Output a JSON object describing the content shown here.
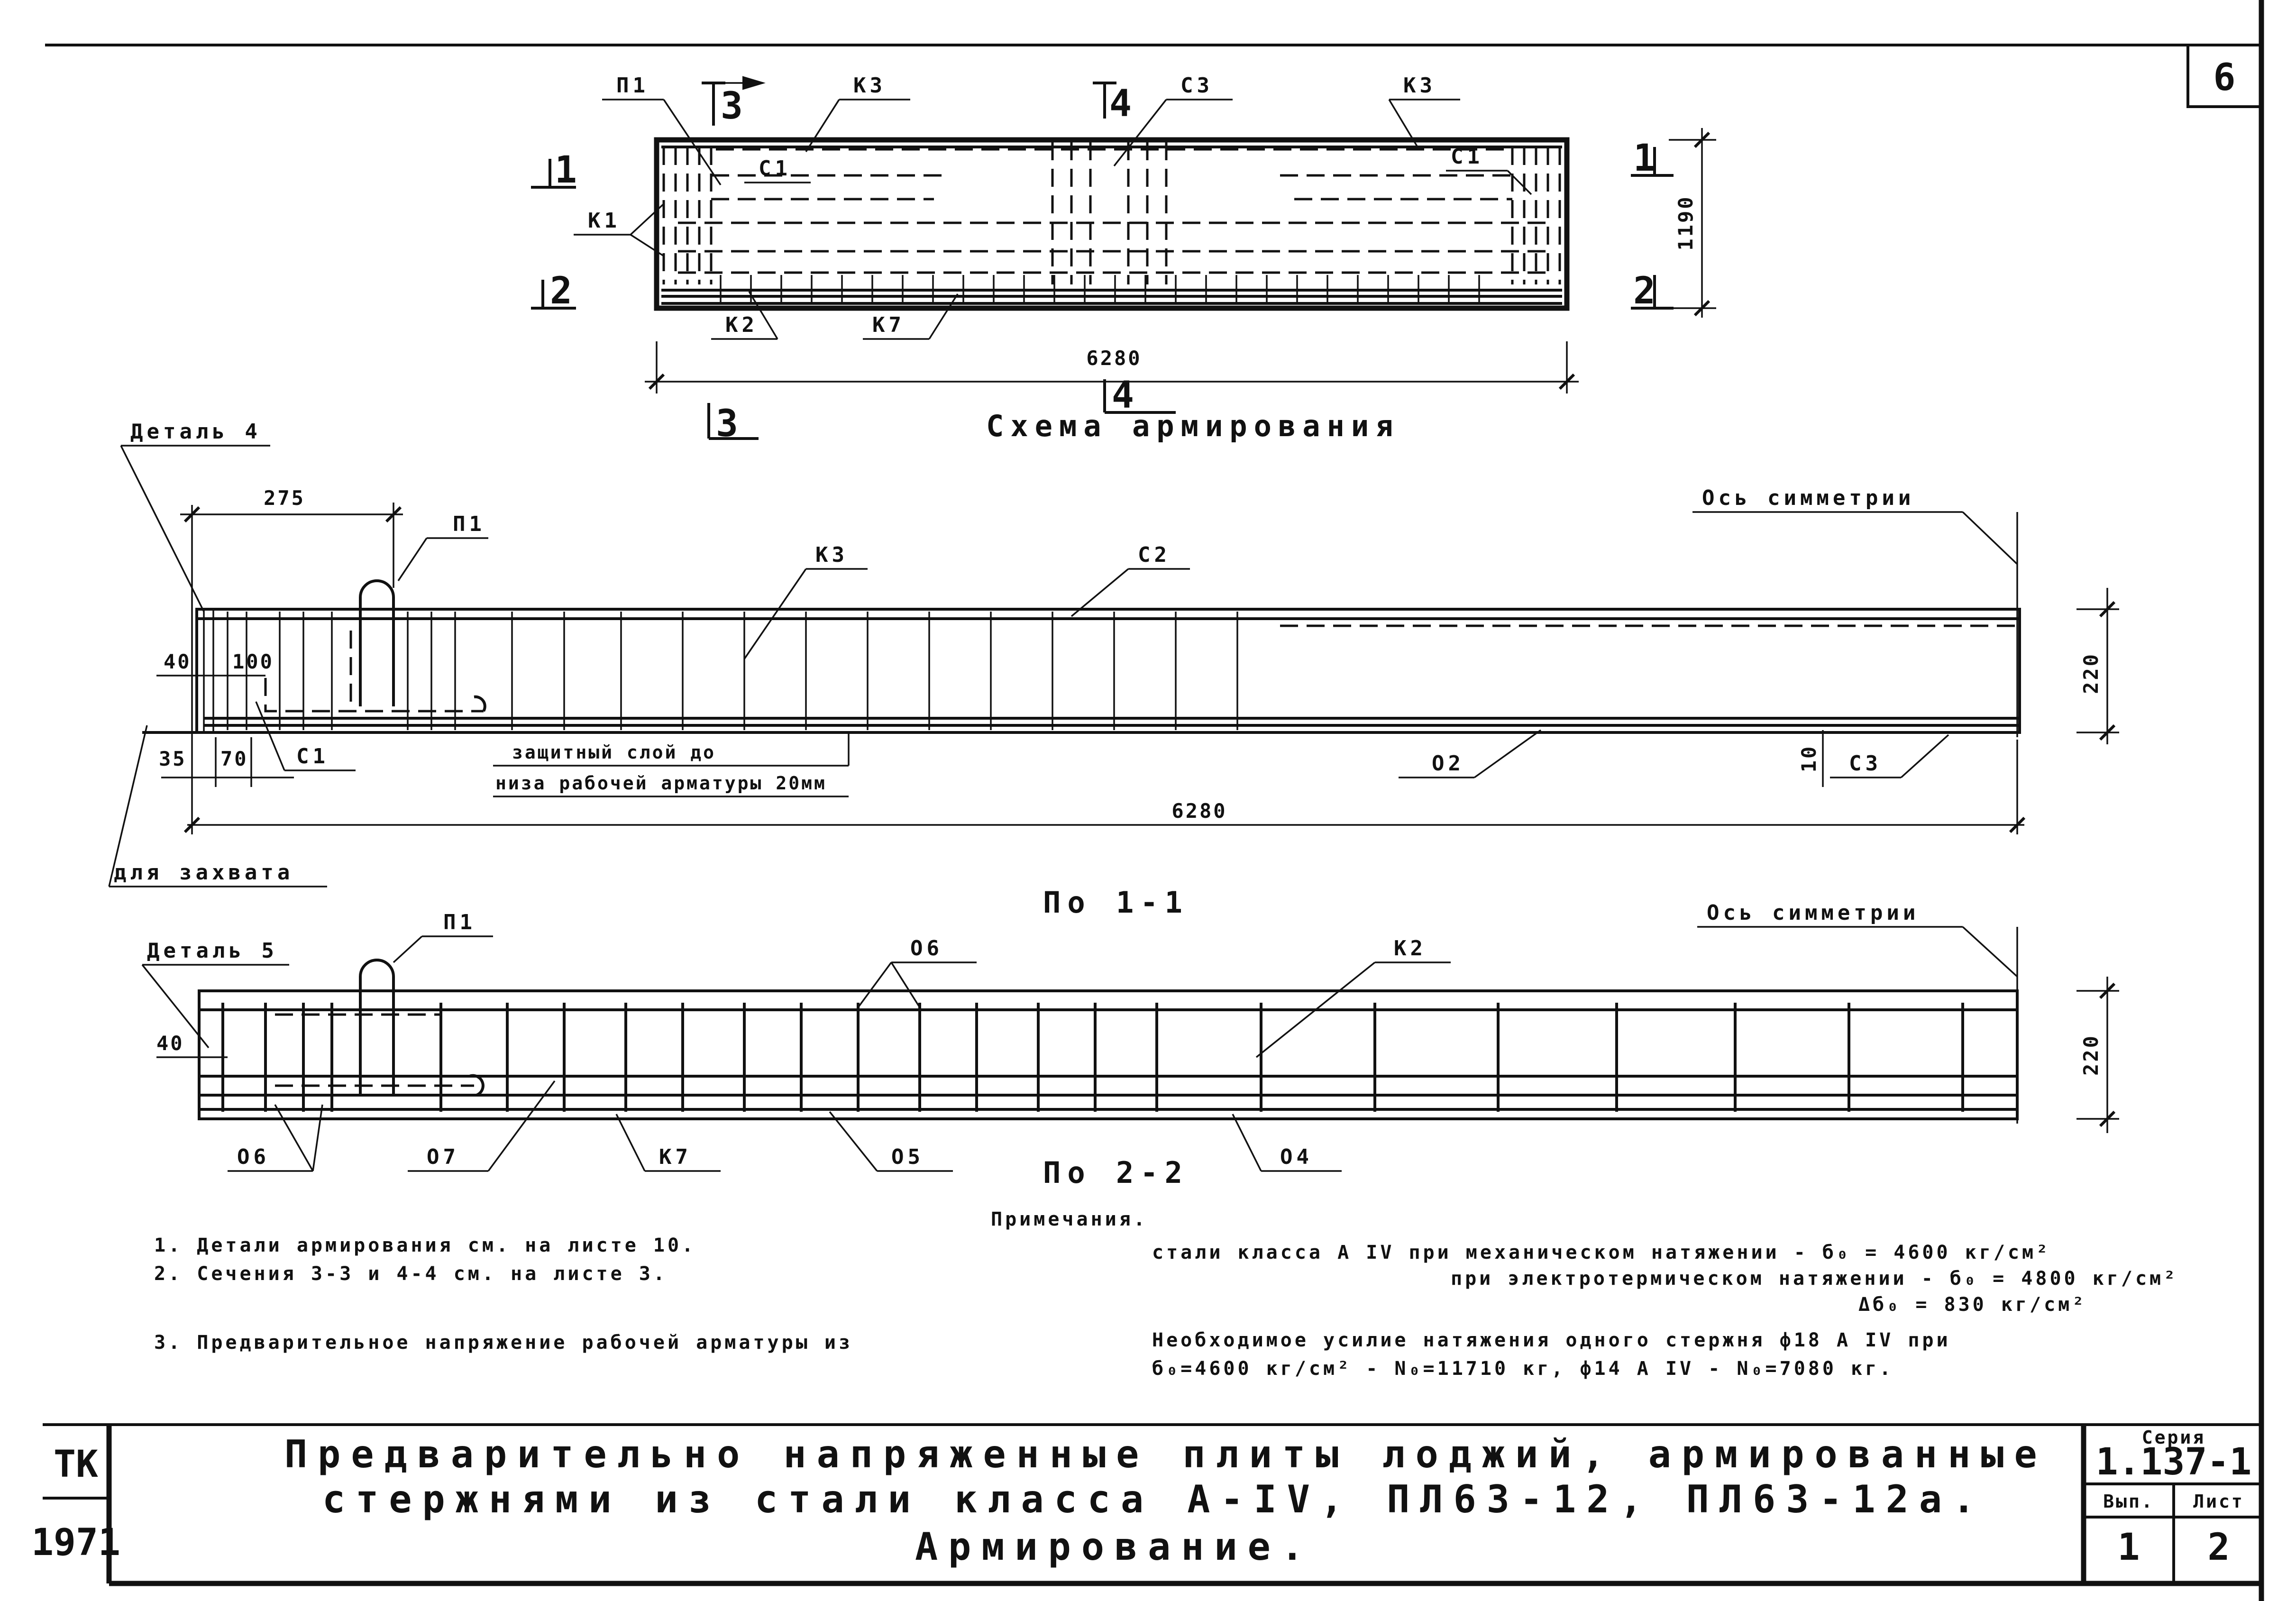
{
  "sheet": {
    "number": "6"
  },
  "scheme": {
    "title": "Схема армирования",
    "labels": {
      "p1": "П1",
      "k3a": "К3",
      "k3b": "К3",
      "c3": "С3",
      "c1a": "С1",
      "c1b": "С1",
      "k1": "К1",
      "k2": "К2",
      "k7": "К7"
    },
    "section_marks": {
      "s3_top": "3",
      "s4_top": "4",
      "s3_bot": "3",
      "s4_bot": "4",
      "s1_left": "1",
      "s1_right": "1",
      "s2_left": "2",
      "s2_right": "2"
    },
    "dims": {
      "length": "6280",
      "height": "1190"
    }
  },
  "section_1_1": {
    "title": "По 1-1",
    "labels": {
      "detail": "Деталь 4",
      "axis": "Ось симметрии",
      "p1": "П1",
      "k3": "К3",
      "c2": "С2",
      "c1": "С1",
      "o2": "О2",
      "c3": "С3",
      "grip": "для захвата",
      "cover_1": "защитный слой до",
      "cover_2": "низа рабочей арматуры 20мм"
    },
    "dims": {
      "d275": "275",
      "d40": "40",
      "d100": "100",
      "d35": "35",
      "d70": "70",
      "d6280": "6280",
      "d10": "10",
      "d220": "220"
    }
  },
  "section_2_2": {
    "title": "По 2-2",
    "labels": {
      "detail": "Деталь 5",
      "axis": "Ось симметрии",
      "p1": "П1",
      "o6a": "О6",
      "o6b": "О6",
      "k2": "К2",
      "o7": "О7",
      "k7": "К7",
      "o5": "О5",
      "o4": "О4"
    },
    "dims": {
      "d40": "40",
      "d220": "220"
    }
  },
  "notes": {
    "heading": "Примечания.",
    "n1": "1. Детали армирования см. на листе 10.",
    "n2": "2. Сечения 3-3 и 4-4 см. на листе 3.",
    "n3": "3. Предварительное напряжение рабочей арматуры из",
    "r1": "стали класса А IV при механическом натяжении - б₀ = 4600 кг/см²",
    "r2": "при электротермическом натяжении - б₀ = 4800 кг/см²",
    "r3": "Δб₀ = 830 кг/см²",
    "r4": "Необходимое усилие натяжения одного стержня ф18 А IV при",
    "r5": "б₀=4600 кг/см² - N₀=11710 кг, ф14 А IV - N₀=7080 кг."
  },
  "title_block": {
    "org": "ТК",
    "year": "1971",
    "line1": "Предварительно напряженные плиты лоджий, армированные",
    "line2": "стержнями из стали класса А-IV, ПЛ63-12, ПЛ63-12а.",
    "line3": "Армирование.",
    "series_label": "Серия",
    "series_value": "1.137-1",
    "issue_label": "Вып.",
    "issue_value": "1",
    "sheet_label": "Лист",
    "sheet_value": "2"
  }
}
